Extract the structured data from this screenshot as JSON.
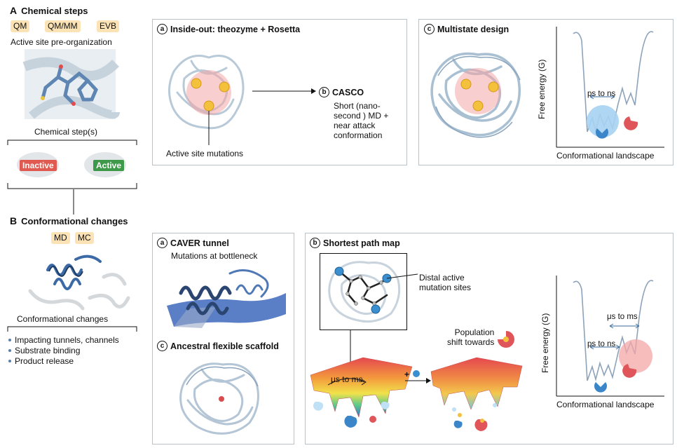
{
  "sectionA": {
    "letter": "A",
    "title": "Chemical steps",
    "methods": [
      "QM",
      "QM/MM",
      "EVB"
    ],
    "subtitle": "Active site pre-organization",
    "step_label": "Chemical step(s)",
    "inactive": "Inactive",
    "active": "Active"
  },
  "sectionB": {
    "letter": "B",
    "title": "Conformational changes",
    "methods": [
      "MD",
      "MC"
    ],
    "caption": "Conformational changes",
    "bullets": [
      "Impacting tunnels, channels",
      "Substrate binding",
      "Product release"
    ]
  },
  "panelAa": {
    "letter": "a",
    "title": "Inside-out: theozyme + Rosetta",
    "mutations": "Active site mutations"
  },
  "panelAb": {
    "letter": "b",
    "title": "CASCO",
    "desc": [
      "Short (nano-",
      "second ) MD +",
      "near attack",
      "conformation"
    ]
  },
  "panelAc": {
    "letter": "c",
    "title": "Multistate design",
    "ylabel": "Free energy (G)",
    "xlabel": "Conformational landscape",
    "timescale": "ps to ns"
  },
  "panelBa": {
    "letter": "a",
    "title": "CAVER tunnel",
    "subtitle": "Mutations at bottleneck"
  },
  "panelBc": {
    "letter": "c",
    "title": "Ancestral flexible scaffold"
  },
  "panelBb": {
    "letter": "b",
    "title": "Shortest path map",
    "distal": [
      "Distal active",
      "mutation sites"
    ],
    "population": [
      "Population",
      "shift towards"
    ],
    "timescale_surface": "μs to ms",
    "plus": "+",
    "ylabel": "Free energy (G)",
    "xlabel": "Conformational landscape",
    "timescale_fast": "ps to ns",
    "timescale_slow": "μs to ms"
  },
  "colors": {
    "protein": "#b8c9d8",
    "protein_dark": "#2f4f78",
    "yellow": "#f3c13c",
    "pink_glow": "#f4a6a6",
    "blue_state": "#3a86c8",
    "red_state": "#e0555a",
    "panel_border": "#b9c2c8"
  }
}
